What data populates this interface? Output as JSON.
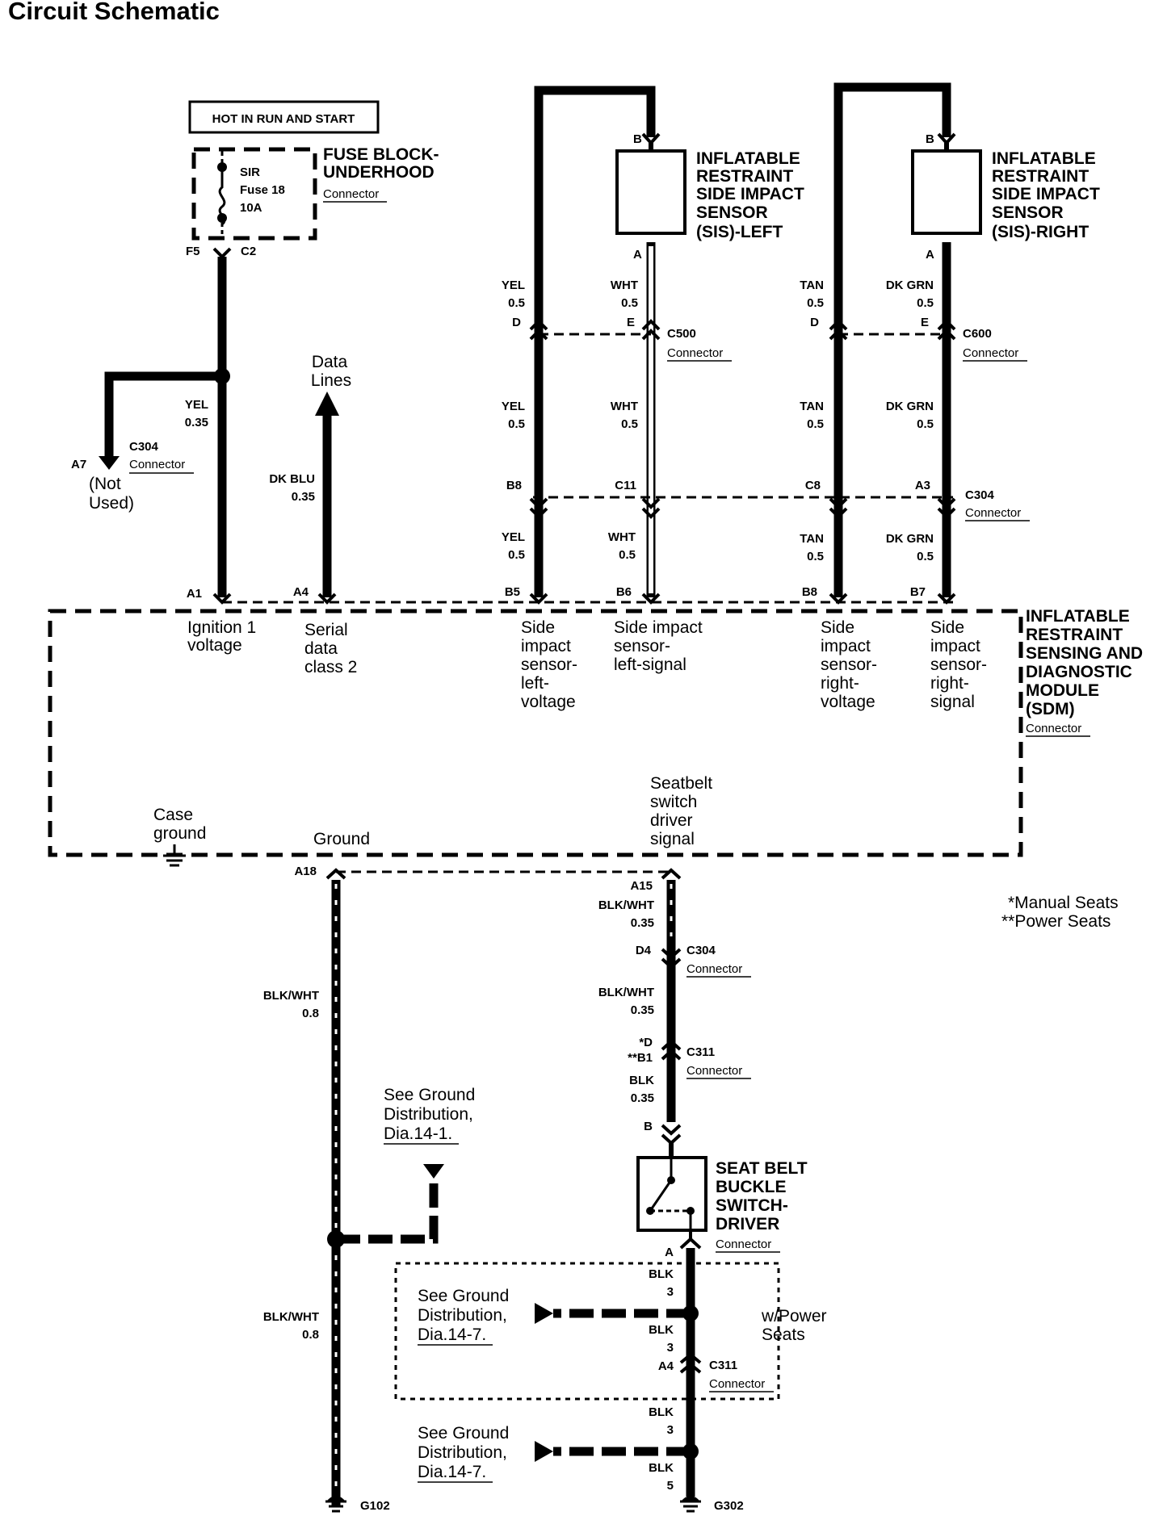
{
  "title": "Circuit Schematic",
  "power": {
    "label": "HOT IN RUN AND START"
  },
  "fuse_block": {
    "name_1": "FUSE BLOCK-",
    "name_2": "UNDERHOOD",
    "connector": "Connector",
    "fuse_1": "SIR",
    "fuse_2": "Fuse 18",
    "fuse_3": "10A",
    "pin_left": "F5",
    "pin_right": "C2"
  },
  "ignition_wire": {
    "color": "YEL",
    "gauge": "0.35"
  },
  "c304_branch": {
    "pin": "A7",
    "connector_name": "C304",
    "connector": "Connector",
    "note_1": "(Not",
    "note_2": "Used)"
  },
  "data_lines": {
    "label_1": "Data",
    "label_2": "Lines",
    "color": "DK BLU",
    "gauge": "0.35"
  },
  "sis_left": {
    "name_1": "INFLATABLE",
    "name_2": "RESTRAINT",
    "name_3": "SIDE IMPACT",
    "name_4": "SENSOR",
    "name_5": "(SIS)-LEFT",
    "pin_top": "B",
    "pin_bottom": "A"
  },
  "sis_right": {
    "name_1": "INFLATABLE",
    "name_2": "RESTRAINT",
    "name_3": "SIDE IMPACT",
    "name_4": "SENSOR",
    "name_5": "(SIS)-RIGHT",
    "pin_top": "B",
    "pin_bottom": "A"
  },
  "c500": {
    "name": "C500",
    "connector": "Connector",
    "pin_left": "D",
    "pin_right": "E"
  },
  "c600": {
    "name": "C600",
    "connector": "Connector",
    "pin_left": "D",
    "pin_right": "E"
  },
  "c304_mid": {
    "name": "C304",
    "connector": "Connector",
    "pins": [
      "B8",
      "C11",
      "C8",
      "A3"
    ]
  },
  "wires_top": [
    {
      "color": "YEL",
      "gauge": "0.5"
    },
    {
      "color": "WHT",
      "gauge": "0.5"
    },
    {
      "color": "TAN",
      "gauge": "0.5"
    },
    {
      "color": "DK GRN",
      "gauge": "0.5"
    }
  ],
  "wires_mid": [
    {
      "color": "YEL",
      "gauge": "0.5"
    },
    {
      "color": "WHT",
      "gauge": "0.5"
    },
    {
      "color": "TAN",
      "gauge": "0.5"
    },
    {
      "color": "DK GRN",
      "gauge": "0.5"
    }
  ],
  "wires_low": [
    {
      "color": "YEL",
      "gauge": "0.5"
    },
    {
      "color": "WHT",
      "gauge": "0.5"
    },
    {
      "color": "TAN",
      "gauge": "0.5"
    },
    {
      "color": "DK GRN",
      "gauge": "0.5"
    }
  ],
  "sdm": {
    "name_1": "INFLATABLE",
    "name_2": "RESTRAINT",
    "name_3": "SENSING AND",
    "name_4": "DIAGNOSTIC",
    "name_5": "MODULE",
    "name_6": "(SDM)",
    "connector": "Connector",
    "pins_top": [
      "A1",
      "A4",
      "B5",
      "B6",
      "B8",
      "B7"
    ],
    "fn_a1_1": "Ignition 1",
    "fn_a1_2": "voltage",
    "fn_a4_1": "Serial",
    "fn_a4_2": "data",
    "fn_a4_3": "class 2",
    "fn_b5_1": "Side",
    "fn_b5_2": "impact",
    "fn_b5_3": "sensor-",
    "fn_b5_4": "left-",
    "fn_b5_5": "voltage",
    "fn_b6_1": "Side impact",
    "fn_b6_2": "sensor-",
    "fn_b6_3": "left-signal",
    "fn_b8_1": "Side",
    "fn_b8_2": "impact",
    "fn_b8_3": "sensor-",
    "fn_b8_4": "right-",
    "fn_b8_5": "voltage",
    "fn_b7_1": "Side",
    "fn_b7_2": "impact",
    "fn_b7_3": "sensor-",
    "fn_b7_4": "right-",
    "fn_b7_5": "signal",
    "case_1": "Case",
    "case_2": "ground",
    "ground": "Ground",
    "seat_1": "Seatbelt",
    "seat_2": "switch",
    "seat_3": "driver",
    "seat_4": "signal",
    "pin_a18": "A18",
    "pin_a15": "A15"
  },
  "notes": {
    "manual": "*Manual Seats",
    "power": "**Power Seats"
  },
  "ground_run": {
    "wire_1_color": "BLK/WHT",
    "wire_1_gauge": "0.8",
    "wire_2_color": "BLK/WHT",
    "wire_2_gauge": "0.8",
    "see_1": "See Ground",
    "see_2": "Distribution,",
    "see_3": "Dia.14-1.",
    "ground_name": "G102"
  },
  "seatbelt_run": {
    "w1_color": "BLK/WHT",
    "w1_gauge": "0.35",
    "d4_pin": "D4",
    "c304_name": "C304",
    "c304_conn": "Connector",
    "w2_color": "BLK/WHT",
    "w2_gauge": "0.35",
    "c311_pin_1": "*D",
    "c311_pin_2": "**B1",
    "c311_name": "C311",
    "c311_conn": "Connector",
    "w3_color": "BLK",
    "w3_gauge": "0.35",
    "switch_pin_top": "B",
    "switch_name_1": "SEAT BELT",
    "switch_name_2": "BUCKLE",
    "switch_name_3": "SWITCH-",
    "switch_name_4": "DRIVER",
    "switch_conn": "Connector",
    "switch_pin_bottom": "A",
    "w4_color": "BLK",
    "w4_gauge": "3",
    "see_a_1": "See Ground",
    "see_a_2": "Distribution,",
    "see_a_3": "Dia.14-7.",
    "power_seats_1": "w/Power",
    "power_seats_2": "Seats",
    "w5_color": "BLK",
    "w5_gauge": "3",
    "c311b_pin": "A4",
    "c311b_name": "C311",
    "c311b_conn": "Connector",
    "w6_color": "BLK",
    "w6_gauge": "3",
    "see_b_1": "See Ground",
    "see_b_2": "Distribution,",
    "see_b_3": "Dia.14-7.",
    "w7_color": "BLK",
    "w7_gauge": "5",
    "ground_name": "G302"
  }
}
